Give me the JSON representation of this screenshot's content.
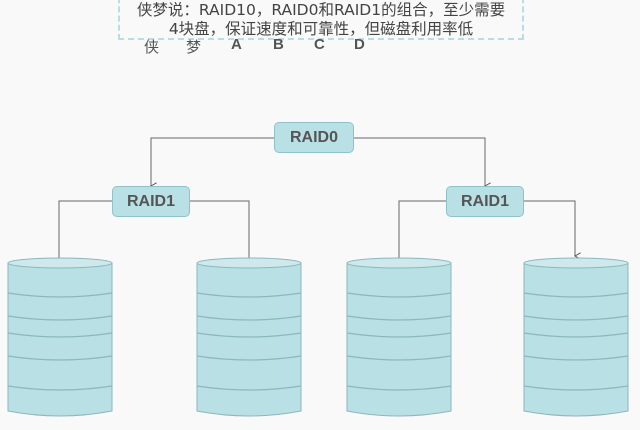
{
  "caption": {
    "line1": "侠梦说：RAID10，RAID0和RAID1的组合，至少需要",
    "line2": "4块盘，保证速度和可靠性，但磁盘利用率低"
  },
  "letters": [
    "侠",
    "梦",
    "A",
    "B",
    "C",
    "D"
  ],
  "nodes": {
    "root": "RAID0",
    "left": "RAID1",
    "right": "RAID1"
  },
  "disks": [
    "disk-1",
    "disk-2",
    "disk-3",
    "disk-4"
  ],
  "colors": {
    "node_fill": "#b9e0e4",
    "node_border": "#8fc3c9",
    "disk_fill": "#b9e0e4",
    "disk_line": "#8ab8be",
    "connector": "#555555",
    "caption_border": "#b9dde2"
  }
}
